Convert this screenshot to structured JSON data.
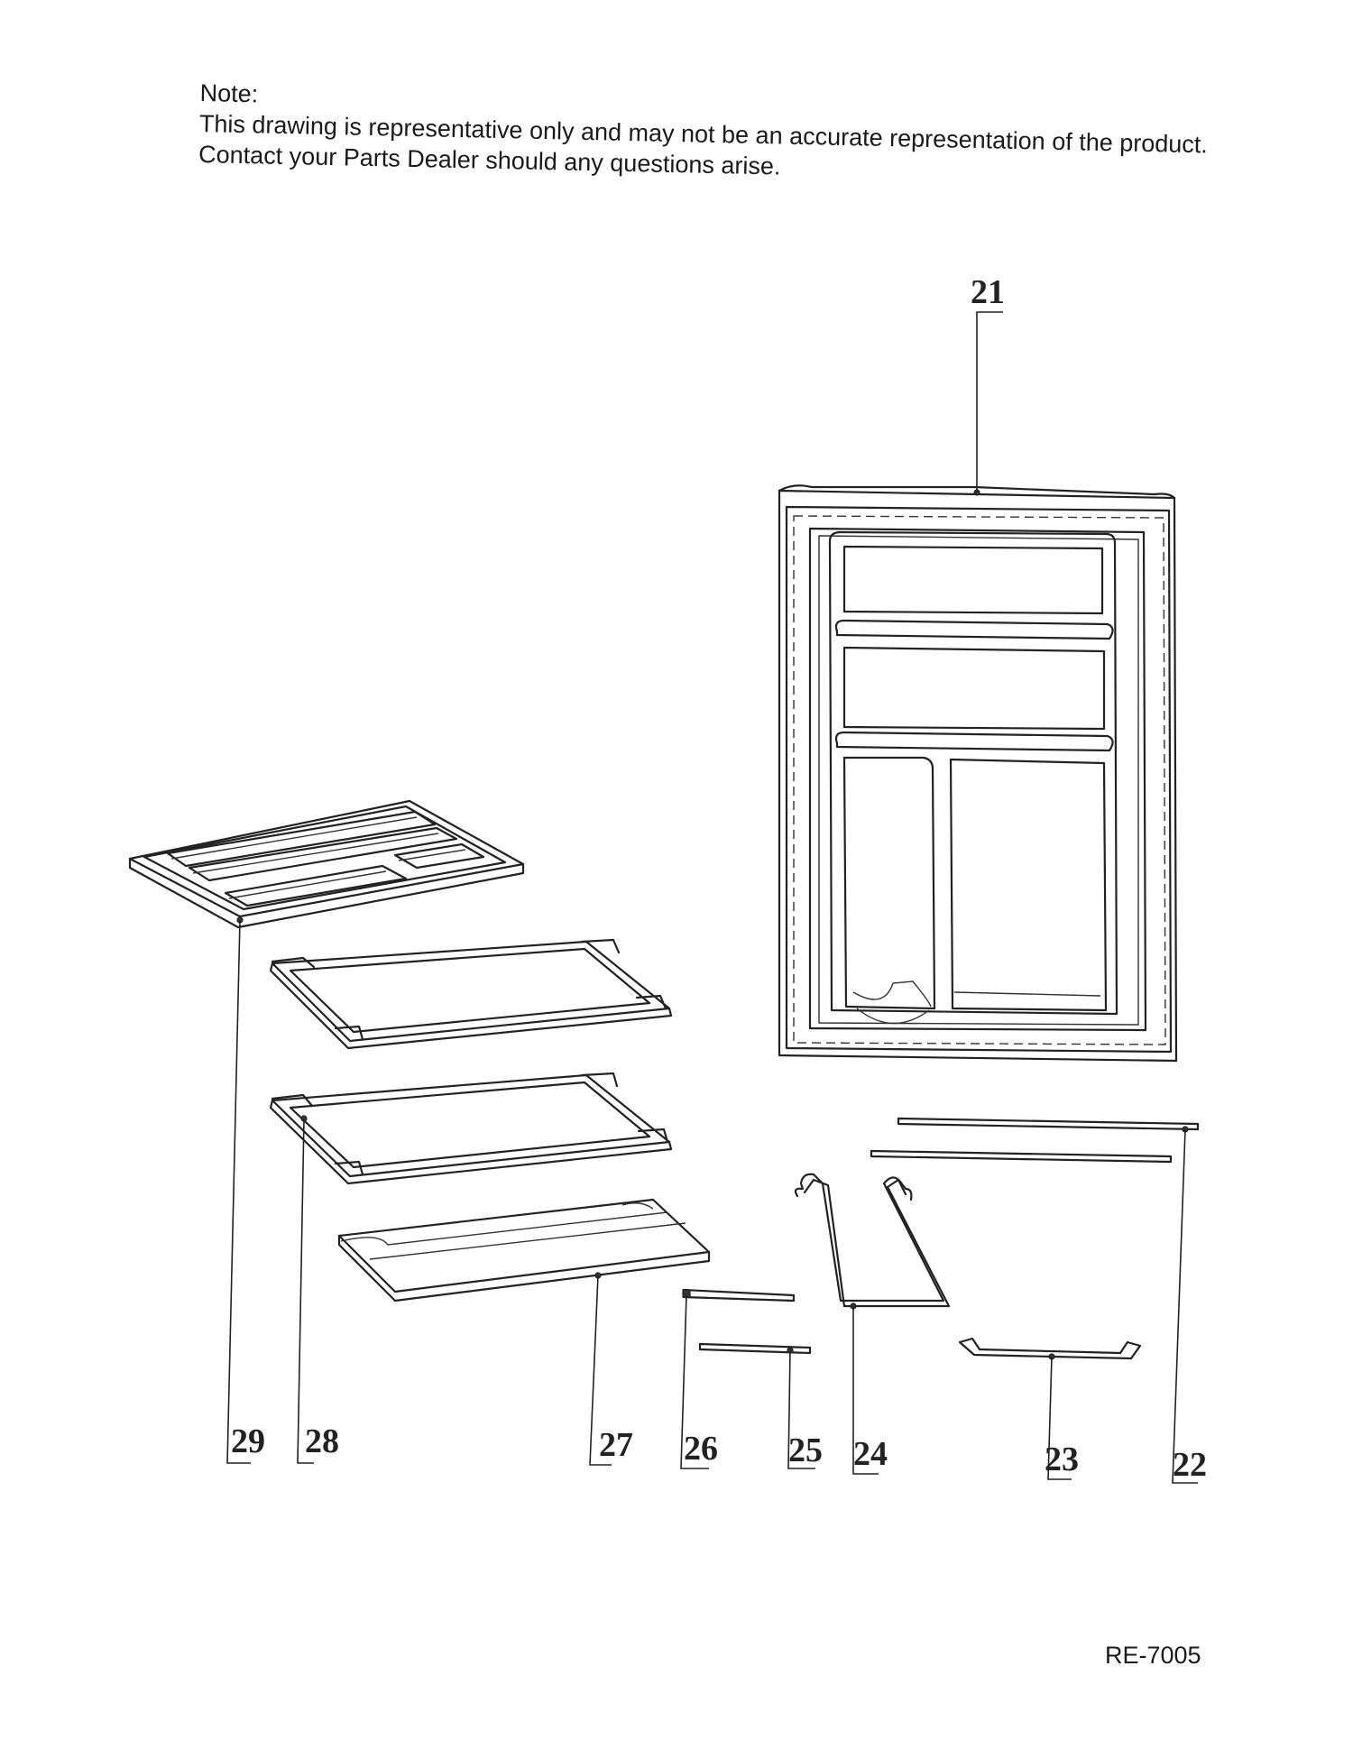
{
  "note": {
    "heading": "Note:",
    "line1": "This drawing is representative only and may not be an accurate representation of the product.",
    "line2": "Contact your Parts Dealer should any questions arise."
  },
  "parts": [
    {
      "id": "21"
    },
    {
      "id": "22"
    },
    {
      "id": "23"
    },
    {
      "id": "24"
    },
    {
      "id": "25"
    },
    {
      "id": "26"
    },
    {
      "id": "27"
    },
    {
      "id": "28"
    },
    {
      "id": "29"
    }
  ],
  "document_id": "RE-7005"
}
